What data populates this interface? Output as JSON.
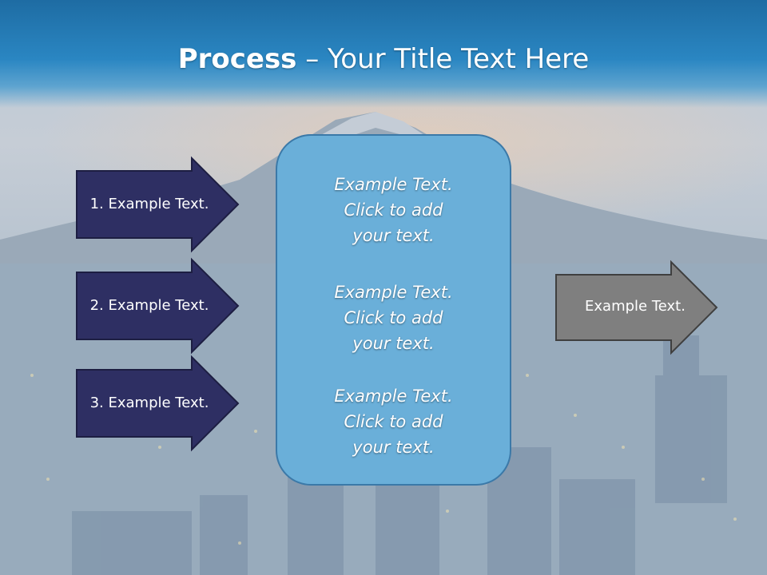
{
  "title": {
    "bold": "Process",
    "rest": " – Your Title Text Here"
  },
  "input_arrows": [
    {
      "label": "1. Example Text."
    },
    {
      "label": "2. Example Text."
    },
    {
      "label": "3. Example Text."
    }
  ],
  "center_box": {
    "paragraphs": [
      "Example Text.\nClick  to add\nyour text.",
      "Example Text.\nClick  to add\nyour text.",
      "Example Text.\nClick  to add\nyour text."
    ]
  },
  "output_arrow": {
    "label": "Example Text."
  },
  "colors": {
    "input_arrow_fill": "#2e2f63",
    "center_box_fill": "#6aafd9",
    "output_arrow_fill": "#7f7f7f",
    "title_bar": "#2a86c2"
  }
}
